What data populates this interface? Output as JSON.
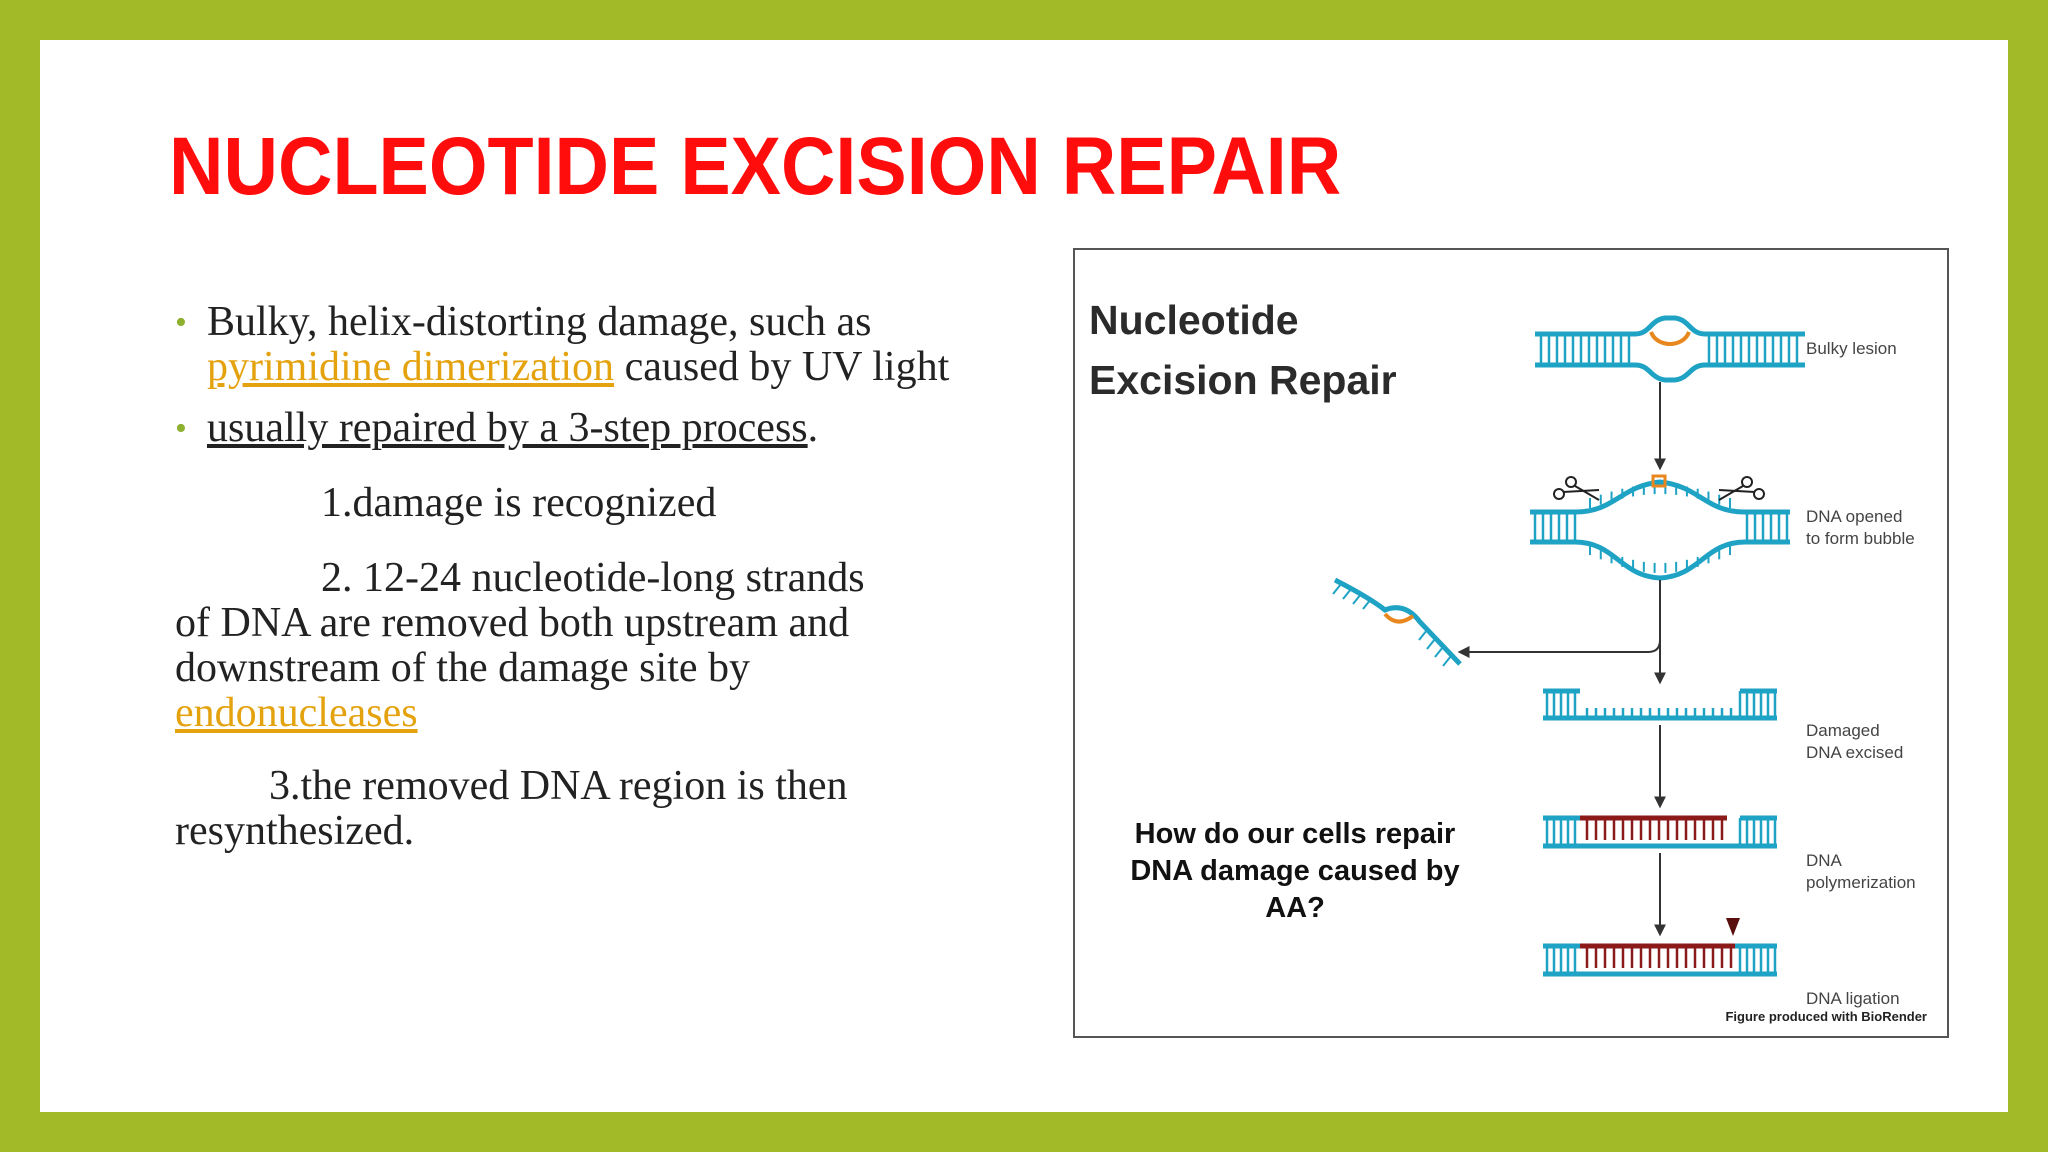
{
  "slide": {
    "title": "NUCLEOTIDE EXCISION REPAIR",
    "accent_color": "#a3ba28",
    "title_color": "#ff0d0d",
    "link_color": "#e4a30e"
  },
  "body": {
    "bullet1": {
      "part1": "Bulky, helix-distorting damage, such as ",
      "link": "pyrimidine dimerization",
      "part2": " caused by UV light"
    },
    "bullet2": {
      "underlined": "usually repaired by a 3-step process",
      "tail": "."
    },
    "step1": "1.damage is recognized",
    "step2": {
      "lead": "2. 12-24 nucleotide-long strands",
      "rest": "of DNA are removed both upstream and downstream of the damage site by ",
      "link": "endonucleases"
    },
    "step3": {
      "lead": "3.the removed DNA region is then",
      "rest": "resynthesized."
    }
  },
  "figure": {
    "title_line1": "Nucleotide",
    "title_line2": "Excision Repair",
    "question": "How do our cells repair DNA damage caused by AA?",
    "credit": "Figure produced with BioRender",
    "dna_color": "#1fa3c4",
    "lesion_color": "#e8871e",
    "repair_color": "#8b1a1a",
    "steps": [
      {
        "line1": "Bulky lesion",
        "line2": ""
      },
      {
        "line1": "DNA opened",
        "line2": "to form bubble"
      },
      {
        "line1": "Damaged",
        "line2": "DNA excised"
      },
      {
        "line1": "DNA",
        "line2": "polymerization"
      },
      {
        "line1": "DNA ligation",
        "line2": ""
      }
    ]
  }
}
